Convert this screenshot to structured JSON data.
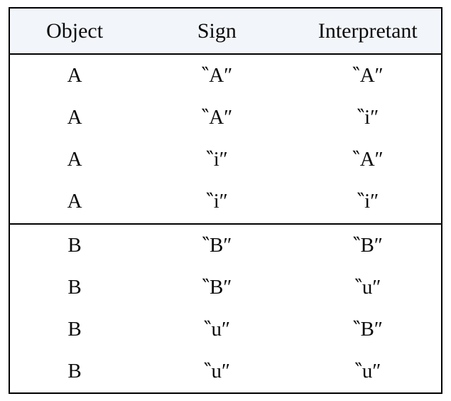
{
  "colors": {
    "page_bg": "#ffffff",
    "header_bg": "#f2f5fa",
    "border": "#000000",
    "text": "#0a0a0a"
  },
  "chart_data": {
    "type": "table",
    "columns": [
      "Object",
      "Sign",
      "Interpretant"
    ],
    "sections": [
      {
        "rows": [
          [
            "A",
            "‶A″",
            "‶A″"
          ],
          [
            "A",
            "‶A″",
            "‶i″"
          ],
          [
            "A",
            "‶i″",
            "‶A″"
          ],
          [
            "A",
            "‶i″",
            "‶i″"
          ]
        ]
      },
      {
        "rows": [
          [
            "B",
            "‶B″",
            "‶B″"
          ],
          [
            "B",
            "‶B″",
            "‶u″"
          ],
          [
            "B",
            "‶u″",
            "‶B″"
          ],
          [
            "B",
            "‶u″",
            "‶u″"
          ]
        ]
      }
    ],
    "layout": {
      "header_background": "#f2f5fa",
      "group_divider_after_row": 4,
      "grid": "horizontal-rules-only",
      "column_alignment": "center"
    }
  }
}
